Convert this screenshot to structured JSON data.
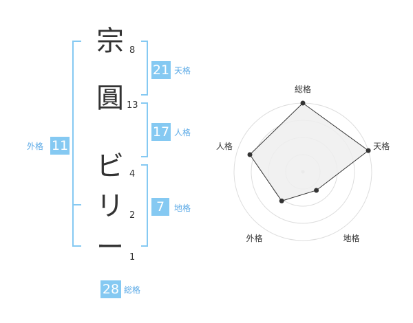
{
  "name": {
    "characters": [
      {
        "char": "宗",
        "strokes": "8"
      },
      {
        "char": "圓",
        "strokes": "13"
      },
      {
        "char": "ビ",
        "strokes": "4"
      },
      {
        "char": "リ",
        "strokes": "2"
      },
      {
        "char": "ー",
        "strokes": "1"
      }
    ]
  },
  "fortunes": {
    "tenkaku": {
      "value": "21",
      "label": "天格"
    },
    "jinkaku": {
      "value": "17",
      "label": "人格"
    },
    "chikaku": {
      "value": "7",
      "label": "地格"
    },
    "gaikaku": {
      "value": "11",
      "label": "外格"
    },
    "soukaku": {
      "value": "28",
      "label": "総格"
    }
  },
  "chart_data": {
    "type": "radar",
    "axes": [
      "総格",
      "天格",
      "地格",
      "外格",
      "人格"
    ],
    "values": [
      28,
      21,
      7,
      11,
      17
    ],
    "rmax": 21,
    "rings": 4,
    "colors": {
      "fill": "#eeeeee",
      "stroke": "#333333",
      "grid": "#dddddd",
      "point": "#333333"
    }
  },
  "colors": {
    "accent": "#85c9f2",
    "bracket": "#5aa9e6",
    "text": "#333333"
  }
}
